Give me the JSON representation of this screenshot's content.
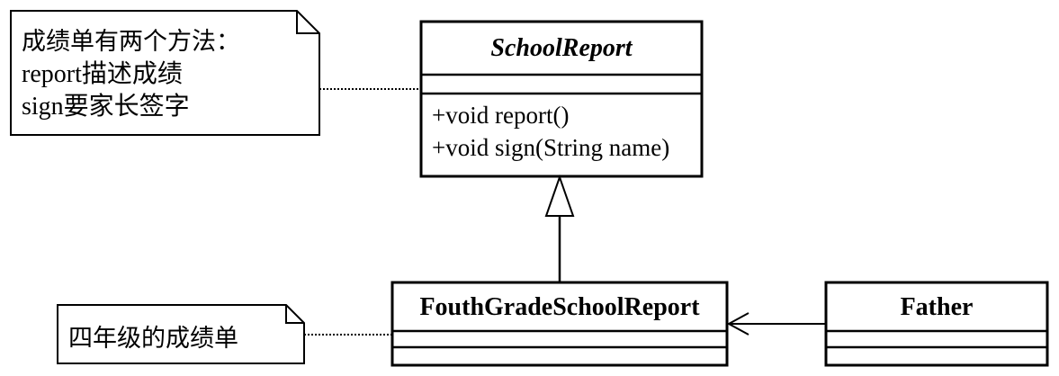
{
  "notes": {
    "top": {
      "line1": "成绩单有两个方法：",
      "line2": "report描述成绩",
      "line3": "sign要家长签字"
    },
    "bottom": {
      "text": "四年级的成绩单"
    }
  },
  "classes": {
    "school_report": {
      "name": "SchoolReport",
      "is_abstract": true,
      "methods": [
        "+void report()",
        "+void sign(String name)"
      ]
    },
    "fourth_grade": {
      "name": "FouthGradeSchoolReport"
    },
    "father": {
      "name": "Father"
    }
  },
  "relations": [
    {
      "type": "generalization",
      "from": "FouthGradeSchoolReport",
      "to": "SchoolReport"
    },
    {
      "type": "dependency",
      "from": "Father",
      "to": "FouthGradeSchoolReport"
    }
  ],
  "colors": {
    "stroke": "#000000",
    "background": "#ffffff"
  }
}
